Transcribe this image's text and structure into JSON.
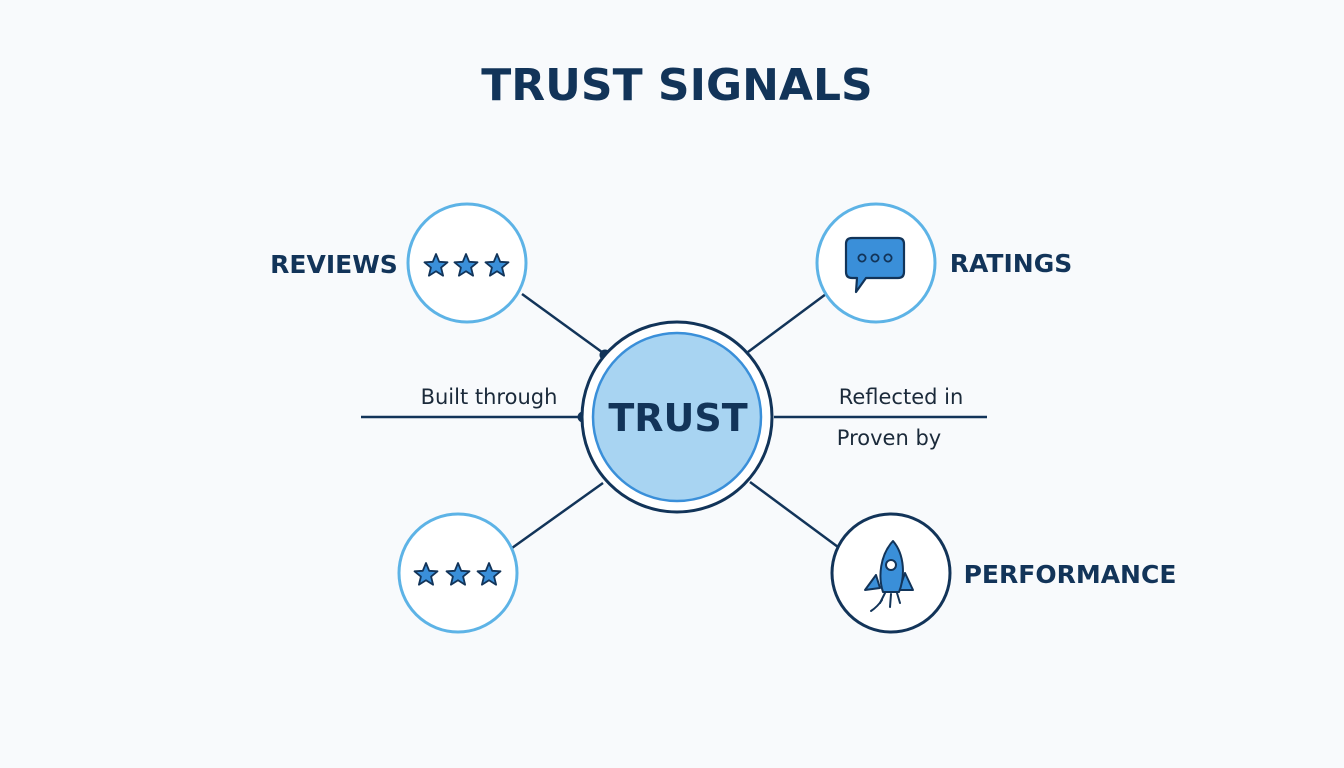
{
  "title": "TRUST SIGNALS",
  "center": {
    "label": "TRUST"
  },
  "nodes": {
    "reviews": {
      "label": "REVIEWS",
      "icon": "three-stars-icon"
    },
    "ratings": {
      "label": "RATINGS",
      "icon": "chat-bubble-icon"
    },
    "bottom_left": {
      "icon": "three-stars-icon"
    },
    "performance": {
      "label": "PERFORMANCE",
      "icon": "rocket-icon"
    }
  },
  "edge_labels": {
    "left": "Built through",
    "right_top": "Reflected in",
    "right_bottom": "Proven by"
  },
  "colors": {
    "navy": "#123459",
    "accent_blue": "#3a8fd9",
    "ring_blue": "#5db3e6",
    "center_fill": "#a8d4f2",
    "background": "#f8fafc"
  }
}
